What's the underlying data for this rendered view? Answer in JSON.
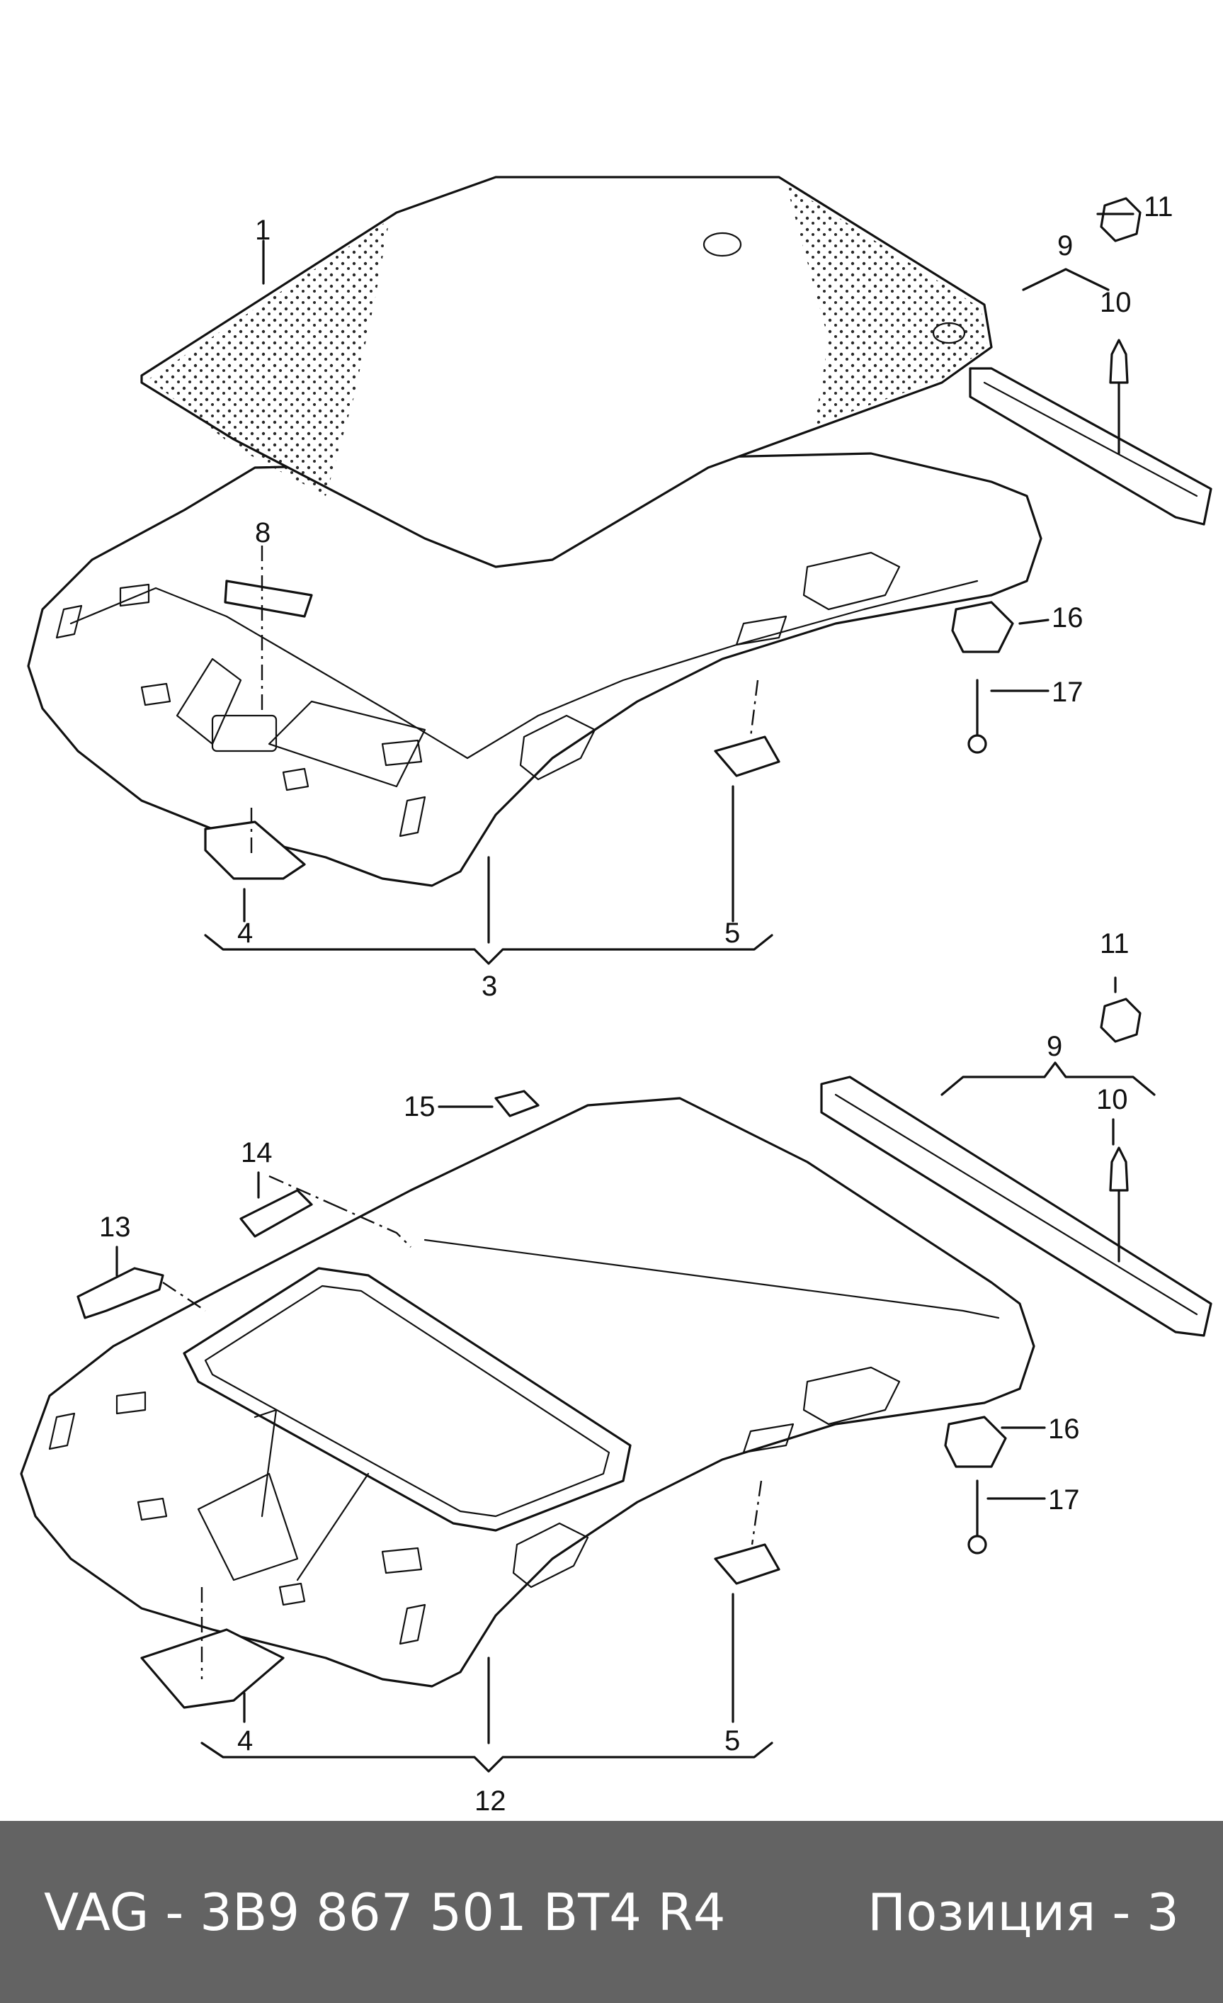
{
  "diagram": {
    "top_group": {
      "labels": {
        "p1": "1",
        "p3": "3",
        "p4": "4",
        "p5": "5",
        "p8": "8",
        "p9": "9",
        "p10": "10",
        "p11": "11",
        "p16": "16",
        "p17": "17"
      }
    },
    "bottom_group": {
      "labels": {
        "p4": "4",
        "p5": "5",
        "p9": "9",
        "p10": "10",
        "p11": "11",
        "p12": "12",
        "p13": "13",
        "p14": "14",
        "p15": "15",
        "p16": "16",
        "p17": "17"
      }
    }
  },
  "footer": {
    "part_number": "VAG - 3B9 867 501 BT4 R4",
    "position": "Позиция - 3"
  },
  "colors": {
    "footer_background": "#636363",
    "footer_text": "#ffffff",
    "line_art": "#111111"
  }
}
